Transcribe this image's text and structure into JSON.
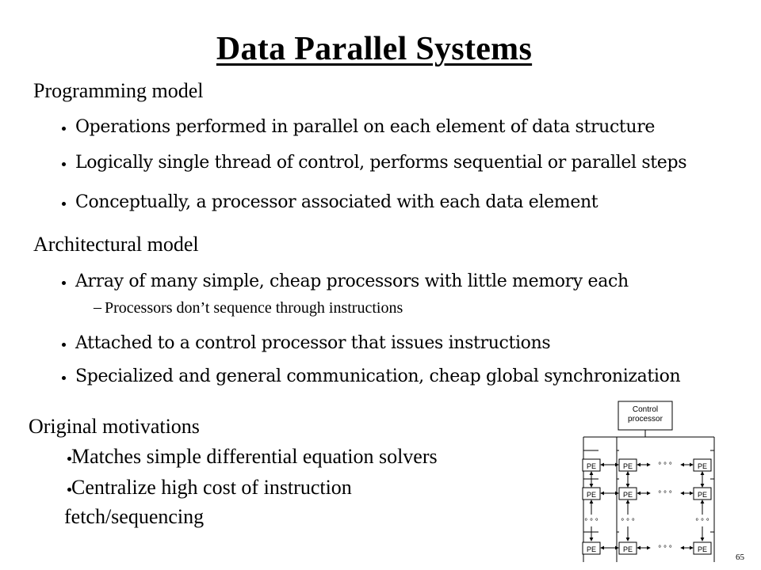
{
  "title": "Data Parallel Systems",
  "programming_model": {
    "heading": "Programming model",
    "bullets": [
      "Operations performed in parallel on each element of data structure",
      "Logically single thread of control, performs sequential or parallel steps",
      "Conceptually, a processor associated with each data element"
    ]
  },
  "architectural_model": {
    "heading": "Architectural model",
    "bullets": [
      "Array of many simple, cheap processors with little memory each",
      "Attached to a control processor that issues instructions",
      "Specialized and general communication, cheap global synchronization"
    ],
    "sub_bullet_dash": "–",
    "sub_bullet": "Processors don’t sequence through instructions"
  },
  "original_motivations": {
    "heading": "Original motivations",
    "bullets": [
      "Matches simple differential equation solvers",
      "Centralize high cost of instruction"
    ],
    "continuation": "fetch/sequencing"
  },
  "diagram": {
    "control_line1": "Control",
    "control_line2": "processor",
    "pe_label": "PE",
    "ellipsis": "° ° °"
  },
  "page_number": "65"
}
